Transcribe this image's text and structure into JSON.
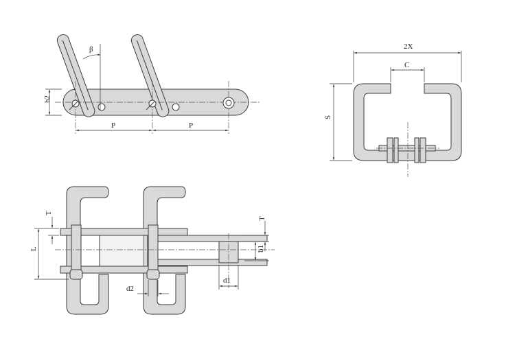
{
  "labels": {
    "beta": "β",
    "h2": "h2",
    "pitch_1": "P",
    "pitch_2": "P",
    "width_2x": "2X",
    "c": "C",
    "s": "S",
    "t_left": "T",
    "l": "L",
    "d2": "d2",
    "t_right": "T",
    "b1": "b1",
    "d1": "d1"
  },
  "colors": {
    "part_fill": "#d9d9d9",
    "outline": "#3a3a3a",
    "background": "#ffffff"
  }
}
